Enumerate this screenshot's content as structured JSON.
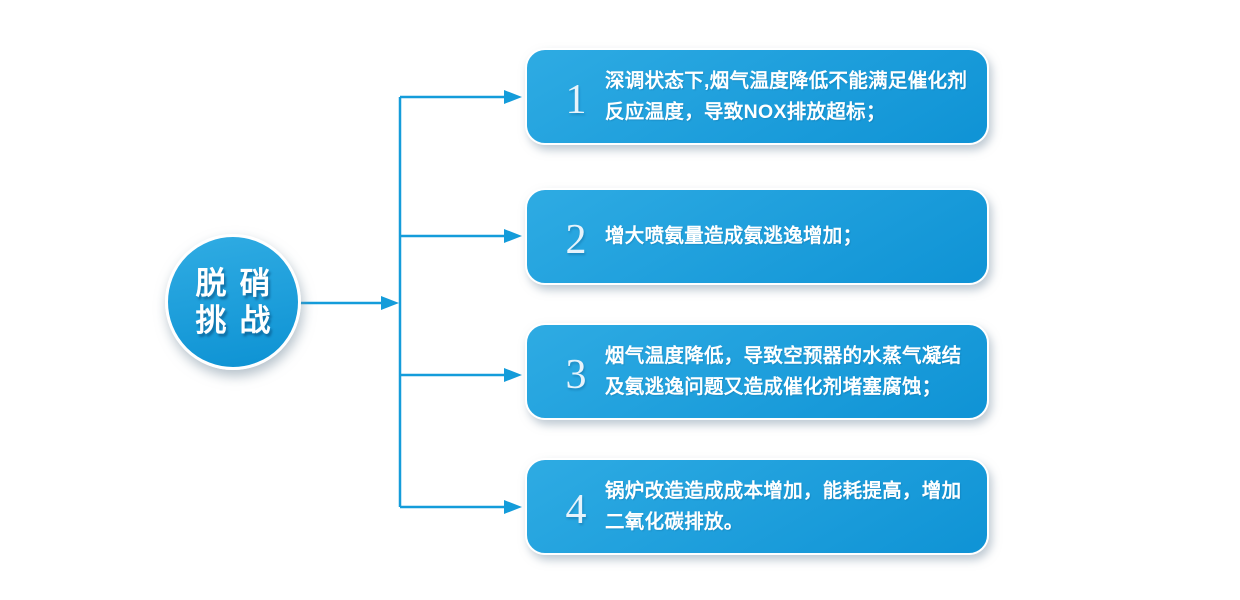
{
  "diagram": {
    "hub": {
      "line1": "脱硝",
      "line2": "挑战"
    },
    "challenges": [
      {
        "number": "1",
        "text": "深调状态下,烟气温度降低不能满足催化剂\n反应温度，导致NOX排放超标；"
      },
      {
        "number": "2",
        "text": "增大喷氨量造成氨逃逸增加；"
      },
      {
        "number": "3",
        "text": "烟气温度降低，导致空预器的水蒸气凝结\n及氨逃逸问题又造成催化剂堵塞腐蚀；"
      },
      {
        "number": "4",
        "text": "锅炉改造造成成本增加，能耗提高，增加\n二氧化碳排放。"
      }
    ]
  },
  "colors": {
    "accent": "#149cda",
    "box-grad-top": "#2eabe3",
    "box-grad-bottom": "#0f93d5",
    "circle-grad-top": "#30ace3",
    "circle-grad-bottom": "#0d92d3",
    "text-on-blue": "#ffffff",
    "number-color": "#e7f3fb",
    "background": "#ffffff"
  }
}
